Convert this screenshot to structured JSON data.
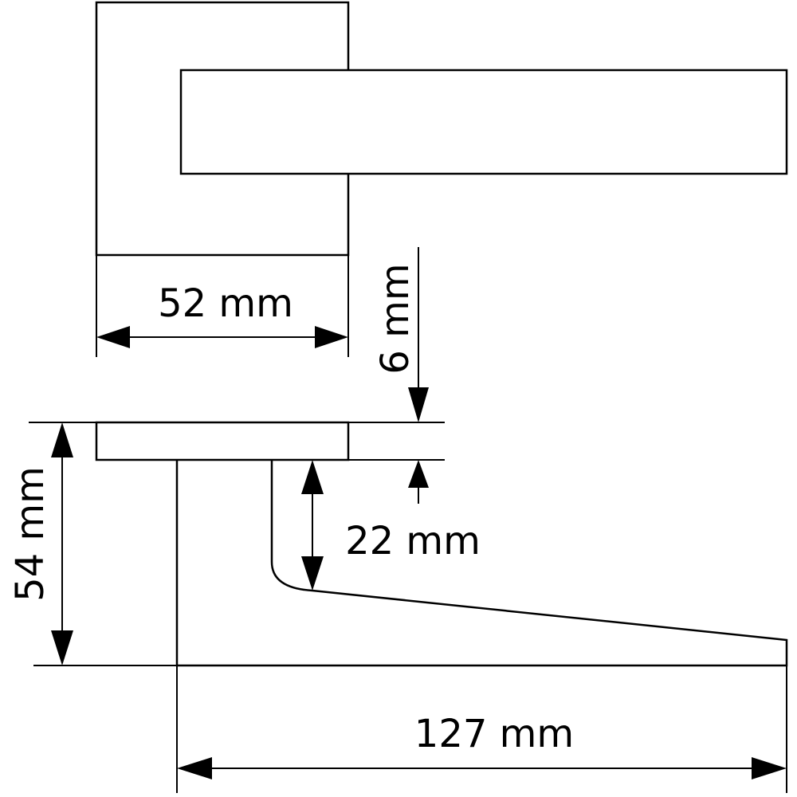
{
  "dimensions": {
    "rose_width": "52 mm",
    "rose_thickness": "6 mm",
    "height": "54 mm",
    "lever_gap": "22 mm",
    "projection": "127 mm"
  },
  "colors": {
    "line": "#000000",
    "background": "#ffffff"
  }
}
